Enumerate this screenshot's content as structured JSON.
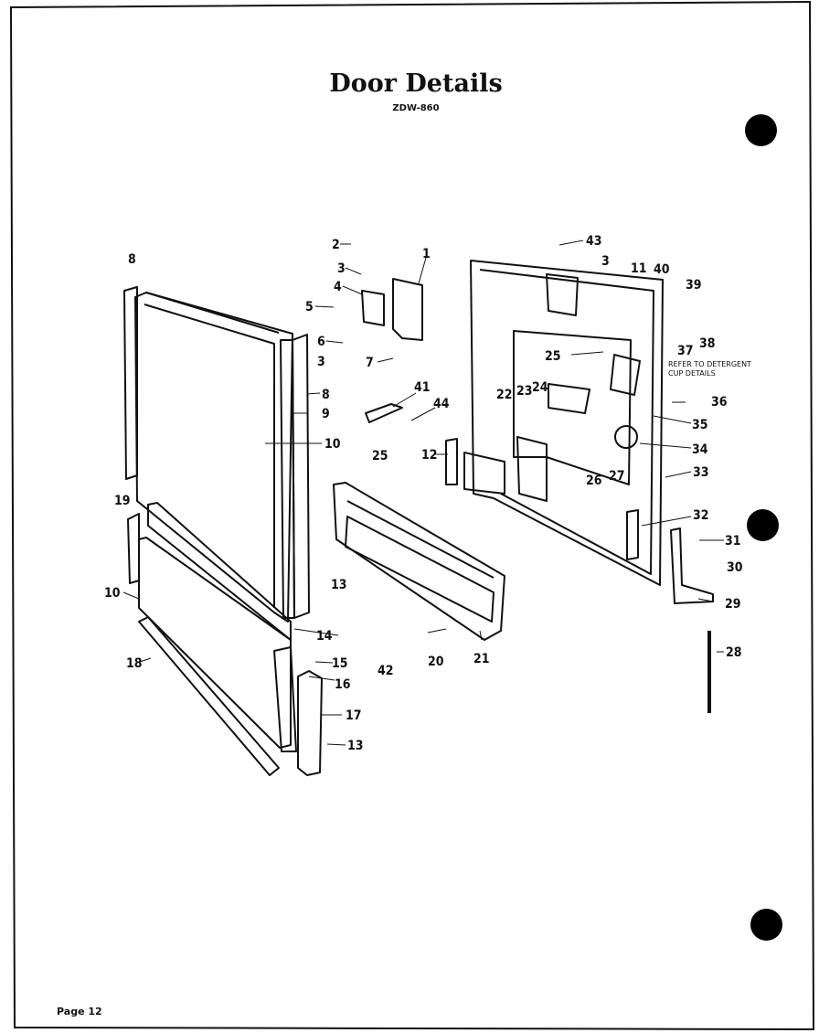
{
  "header": {
    "title": "Door Details",
    "model": "ZDW-860"
  },
  "footer": {
    "page": "Page 12"
  },
  "note": {
    "line1": "REFER TO DETERGENT",
    "line2": "CUP DETAILS"
  },
  "callouts": [
    {
      "id": "c2",
      "text": "2"
    },
    {
      "id": "c1",
      "text": "1"
    },
    {
      "id": "c3a",
      "text": "3"
    },
    {
      "id": "c4",
      "text": "4"
    },
    {
      "id": "c5",
      "text": "5"
    },
    {
      "id": "c6",
      "text": "6"
    },
    {
      "id": "c3b",
      "text": "3"
    },
    {
      "id": "c7",
      "text": "7"
    },
    {
      "id": "c8a",
      "text": "8"
    },
    {
      "id": "c8b",
      "text": "8"
    },
    {
      "id": "c9",
      "text": "9"
    },
    {
      "id": "c10a",
      "text": "10"
    },
    {
      "id": "c41",
      "text": "41"
    },
    {
      "id": "c44",
      "text": "44"
    },
    {
      "id": "c25a",
      "text": "25"
    },
    {
      "id": "c12",
      "text": "12"
    },
    {
      "id": "c43",
      "text": "43"
    },
    {
      "id": "c3c",
      "text": "3"
    },
    {
      "id": "c11",
      "text": "11"
    },
    {
      "id": "c40",
      "text": "40"
    },
    {
      "id": "c39",
      "text": "39"
    },
    {
      "id": "c37",
      "text": "37"
    },
    {
      "id": "c38",
      "text": "38"
    },
    {
      "id": "c25b",
      "text": "25"
    },
    {
      "id": "c22",
      "text": "22"
    },
    {
      "id": "c23",
      "text": "23"
    },
    {
      "id": "c24",
      "text": "24"
    },
    {
      "id": "c36",
      "text": "36"
    },
    {
      "id": "c35",
      "text": "35"
    },
    {
      "id": "c34",
      "text": "34"
    },
    {
      "id": "c27",
      "text": "27"
    },
    {
      "id": "c26",
      "text": "26"
    },
    {
      "id": "c33",
      "text": "33"
    },
    {
      "id": "c32",
      "text": "32"
    },
    {
      "id": "c31",
      "text": "31"
    },
    {
      "id": "c30",
      "text": "30"
    },
    {
      "id": "c29",
      "text": "29"
    },
    {
      "id": "c28",
      "text": "28"
    },
    {
      "id": "c19",
      "text": "19"
    },
    {
      "id": "c10b",
      "text": "10"
    },
    {
      "id": "c18",
      "text": "18"
    },
    {
      "id": "c13a",
      "text": "13"
    },
    {
      "id": "c14",
      "text": "14"
    },
    {
      "id": "c15",
      "text": "15"
    },
    {
      "id": "c42",
      "text": "42"
    },
    {
      "id": "c16",
      "text": "16"
    },
    {
      "id": "c17",
      "text": "17"
    },
    {
      "id": "c13b",
      "text": "13"
    },
    {
      "id": "c20",
      "text": "20"
    },
    {
      "id": "c21",
      "text": "21"
    }
  ]
}
